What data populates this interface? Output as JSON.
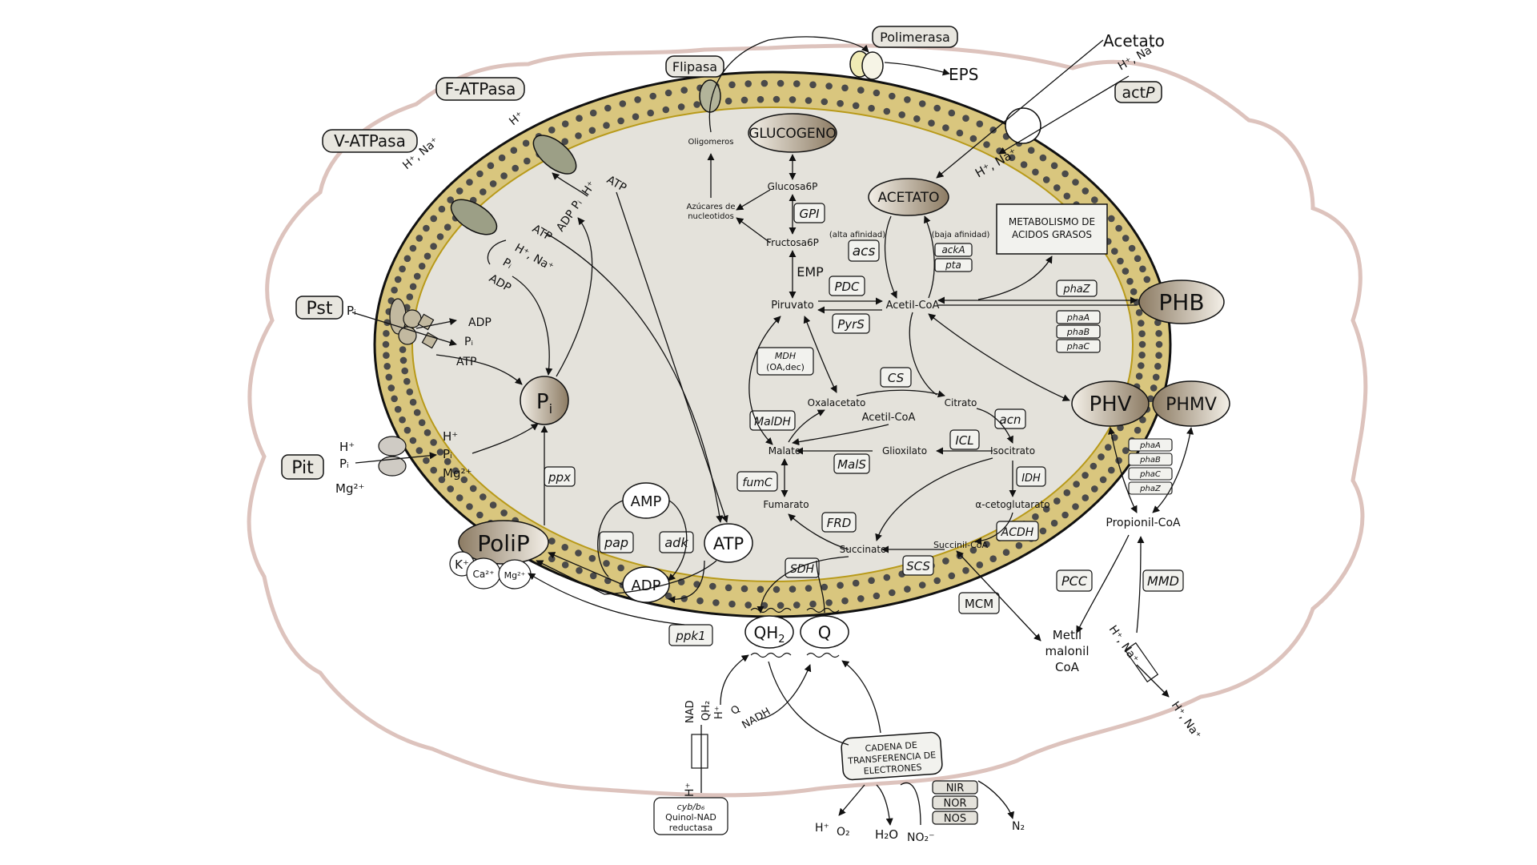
{
  "colors": {
    "membrane": "#d9c67e",
    "membrane_line": "#b89a1a",
    "cytoplasm": "#e4e2db",
    "outer_wall": "#ddc3bd",
    "lipid_head": "#4a4a4a",
    "box_fill": "#f2f2ee",
    "polymer_dark": "#8c7b63",
    "polymer_light": "#f3efe7"
  },
  "labels": {
    "f_atpasa": "F-ATPasa",
    "v_atpasa": "V-ATPasa",
    "pst": "Pst",
    "pit": "Pit",
    "flipasa": "Flipasa",
    "polimerasa": "Polimerasa",
    "actp_prefix": "act",
    "actp_suffix": "P",
    "eps": "EPS",
    "acetato_ext": "Acetato",
    "h_na_ext_top": "H⁺, Na⁺",
    "h_na_in_top": "H⁺, Na⁺"
  },
  "transport": {
    "h_plus": "H⁺",
    "h_na": "H⁺, Na⁺",
    "atp": "ATP",
    "adp": "ADP",
    "pi": "Pᵢ",
    "pi_base": "P",
    "pi_sub": "i",
    "mg2": "Mg²⁺",
    "h_na_right": "H⁺, Na⁺",
    "h_na_out_right": "H⁺, Na⁺",
    "h_plus_bottom": "H⁺"
  },
  "carbon": {
    "glucogeno": "GLUCOGENO",
    "glucosa6p": "Glucosa6P",
    "gpi": "GPI",
    "fructosa6p": "Fructosa6P",
    "emp": "EMP",
    "azucares_1": "Azúcares de",
    "azucares_2": "nucleotidos",
    "oligomeros": "Oligomeros",
    "piruvato": "Piruvato",
    "pdc": "PDC",
    "pyrs": "PyrS",
    "acetil_coa": "Acetil-CoA",
    "acetato": "ACETATO",
    "alta_afinidad": "(alta afinidad)",
    "baja_afinidad": "(baja afinidad)",
    "acs": "acs",
    "acka": "ackA",
    "pta": "pta",
    "metabolismo_1": "METABOLISMO DE",
    "metabolismo_2": "ACIDOS GRASOS",
    "phaz": "phaZ",
    "phaa": "phaA",
    "phab": "phaB",
    "phac": "phaC",
    "phb": "PHB",
    "phv": "PHV",
    "phmv": "PHMV",
    "propionil_coa": "Propionil-CoA",
    "pcc": "PCC",
    "mmd": "MMD",
    "metil_1": "Metil",
    "metil_2": "malonil",
    "metil_3": "CoA",
    "mcm": "MCM"
  },
  "tca": {
    "mdh_1": "MDH",
    "mdh_2": "(OA,dec)",
    "cs": "CS",
    "oxalacetato": "Oxalacetato",
    "citrato": "Citrato",
    "acetil_coa2": "Acetil-CoA",
    "acn": "acn",
    "maldh": "MalDH",
    "icl": "ICL",
    "malato": "Malato",
    "glioxilato": "Glioxilato",
    "isocitrato": "Isocitrato",
    "mals": "MalS",
    "idh": "IDH",
    "fumc": "fumC",
    "fumarato": "Fumarato",
    "cetoglutarato": "α-cetoglutarato",
    "frd": "FRD",
    "acdh": "ACDH",
    "succinato": "Succinato",
    "succinil_coa": "Succinil-CoA",
    "sdh": "SDH",
    "scs": "SCS"
  },
  "energy": {
    "pi_node_base": "P",
    "pi_node_sub": "i",
    "ppx": "ppx",
    "polip": "PoliP",
    "k_plus": "K⁺",
    "ca2": "Ca²⁺",
    "mg2": "Mg²⁺",
    "amp": "AMP",
    "pap": "pap",
    "adk": "adk",
    "atp_big": "ATP",
    "adp_big": "ADP",
    "ppk1": "ppk1"
  },
  "electron": {
    "qh2_base": "QH",
    "qh2_sub": "2",
    "q": "Q",
    "nad": "NAD",
    "qh2_small": "QH₂",
    "h_plus": "H⁺",
    "q_small": "Q",
    "nadh": "NADH",
    "cadena_1": "CADENA DE",
    "cadena_2": "TRANSFERENCIA DE",
    "cadena_3": "ELECTRONES",
    "cyb_1": "cyb/b₆",
    "cyb_2": "Quinol-NAD",
    "cyb_3": "reductasa",
    "h_plus_o2": "H⁺",
    "o2": "O₂",
    "h2o": "H₂O",
    "no2": "NO₂⁻",
    "nir": "NIR",
    "nor": "NOR",
    "nos": "NOS",
    "n2": "N₂"
  }
}
